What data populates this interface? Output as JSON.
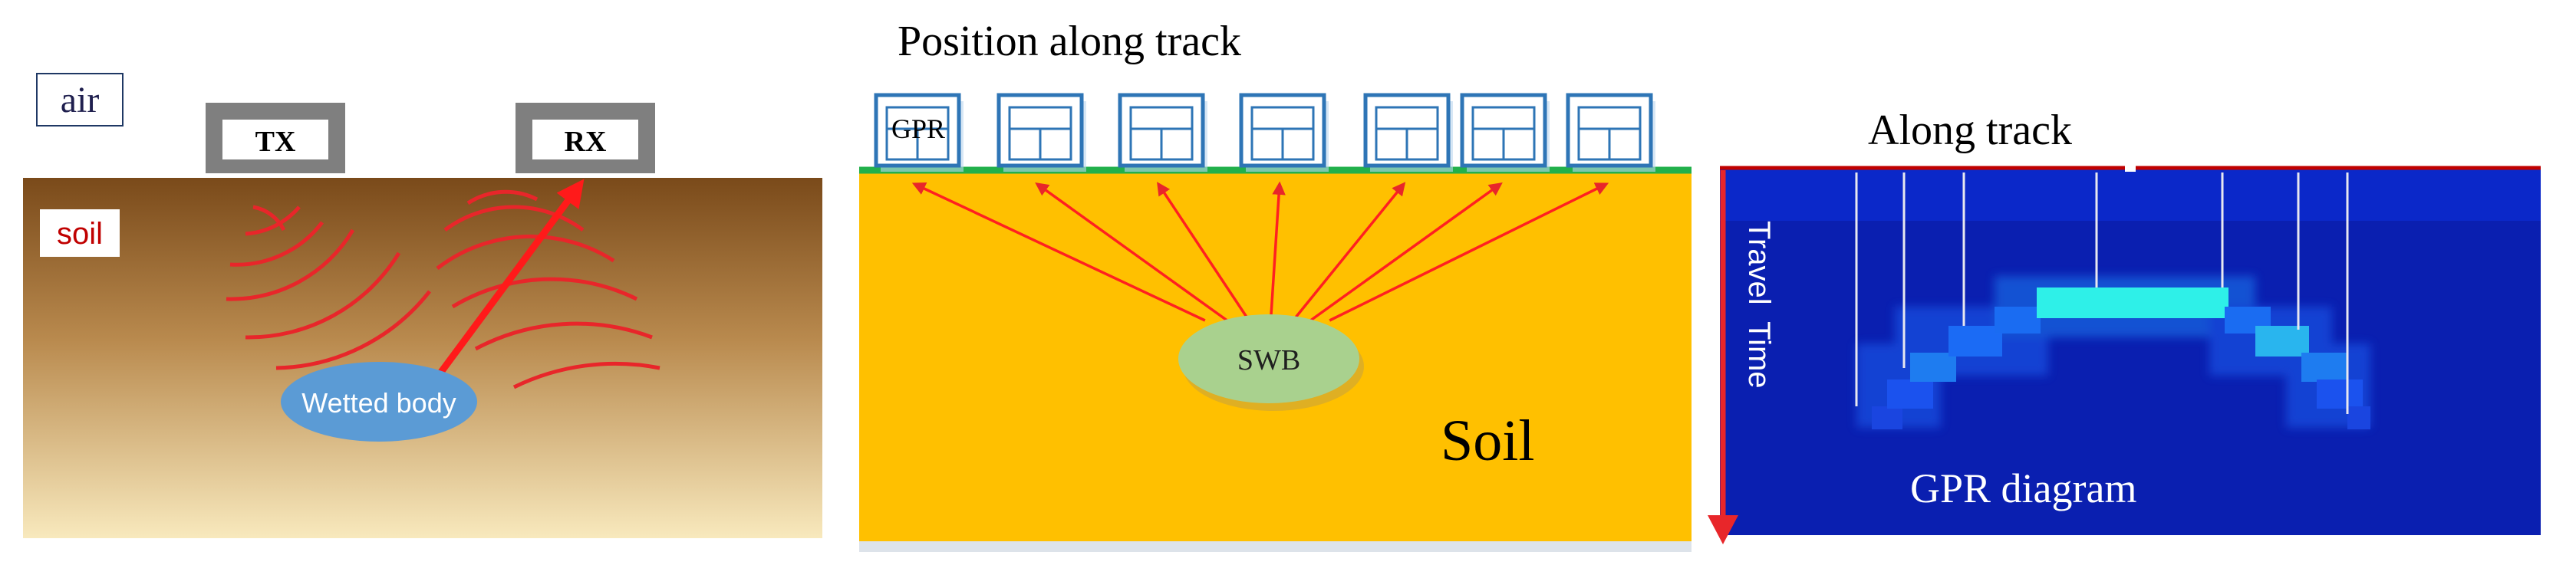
{
  "panel1": {
    "air_label": "air",
    "soil_label": "soil",
    "tx_label": "TX",
    "rx_label": "RX",
    "body_label": "Wetted body"
  },
  "panel2": {
    "title": "Position along track",
    "gpr_label": "GPR",
    "swb_label": "SWB",
    "soil_label": "Soil",
    "antenna_count": 7
  },
  "panel3": {
    "title": "Along track",
    "y_label": "Travel  Time",
    "caption": "GPR diagram"
  },
  "colors": {
    "soil_top": "#7a4a1a",
    "soil_bottom": "#f7e6b6",
    "wave_red": "#e8262a",
    "body_blue": "#5b9bd5",
    "soil_orange": "#ffc000",
    "ground_green": "#22b04b",
    "antenna_blue": "#2e75b6",
    "swb_green": "#a9d18e",
    "gpr_bg": "#0a1fb0",
    "gpr_hyperbola_core": "#2ef0e8",
    "gpr_hyperbola_edge": "#1e7cf0"
  }
}
